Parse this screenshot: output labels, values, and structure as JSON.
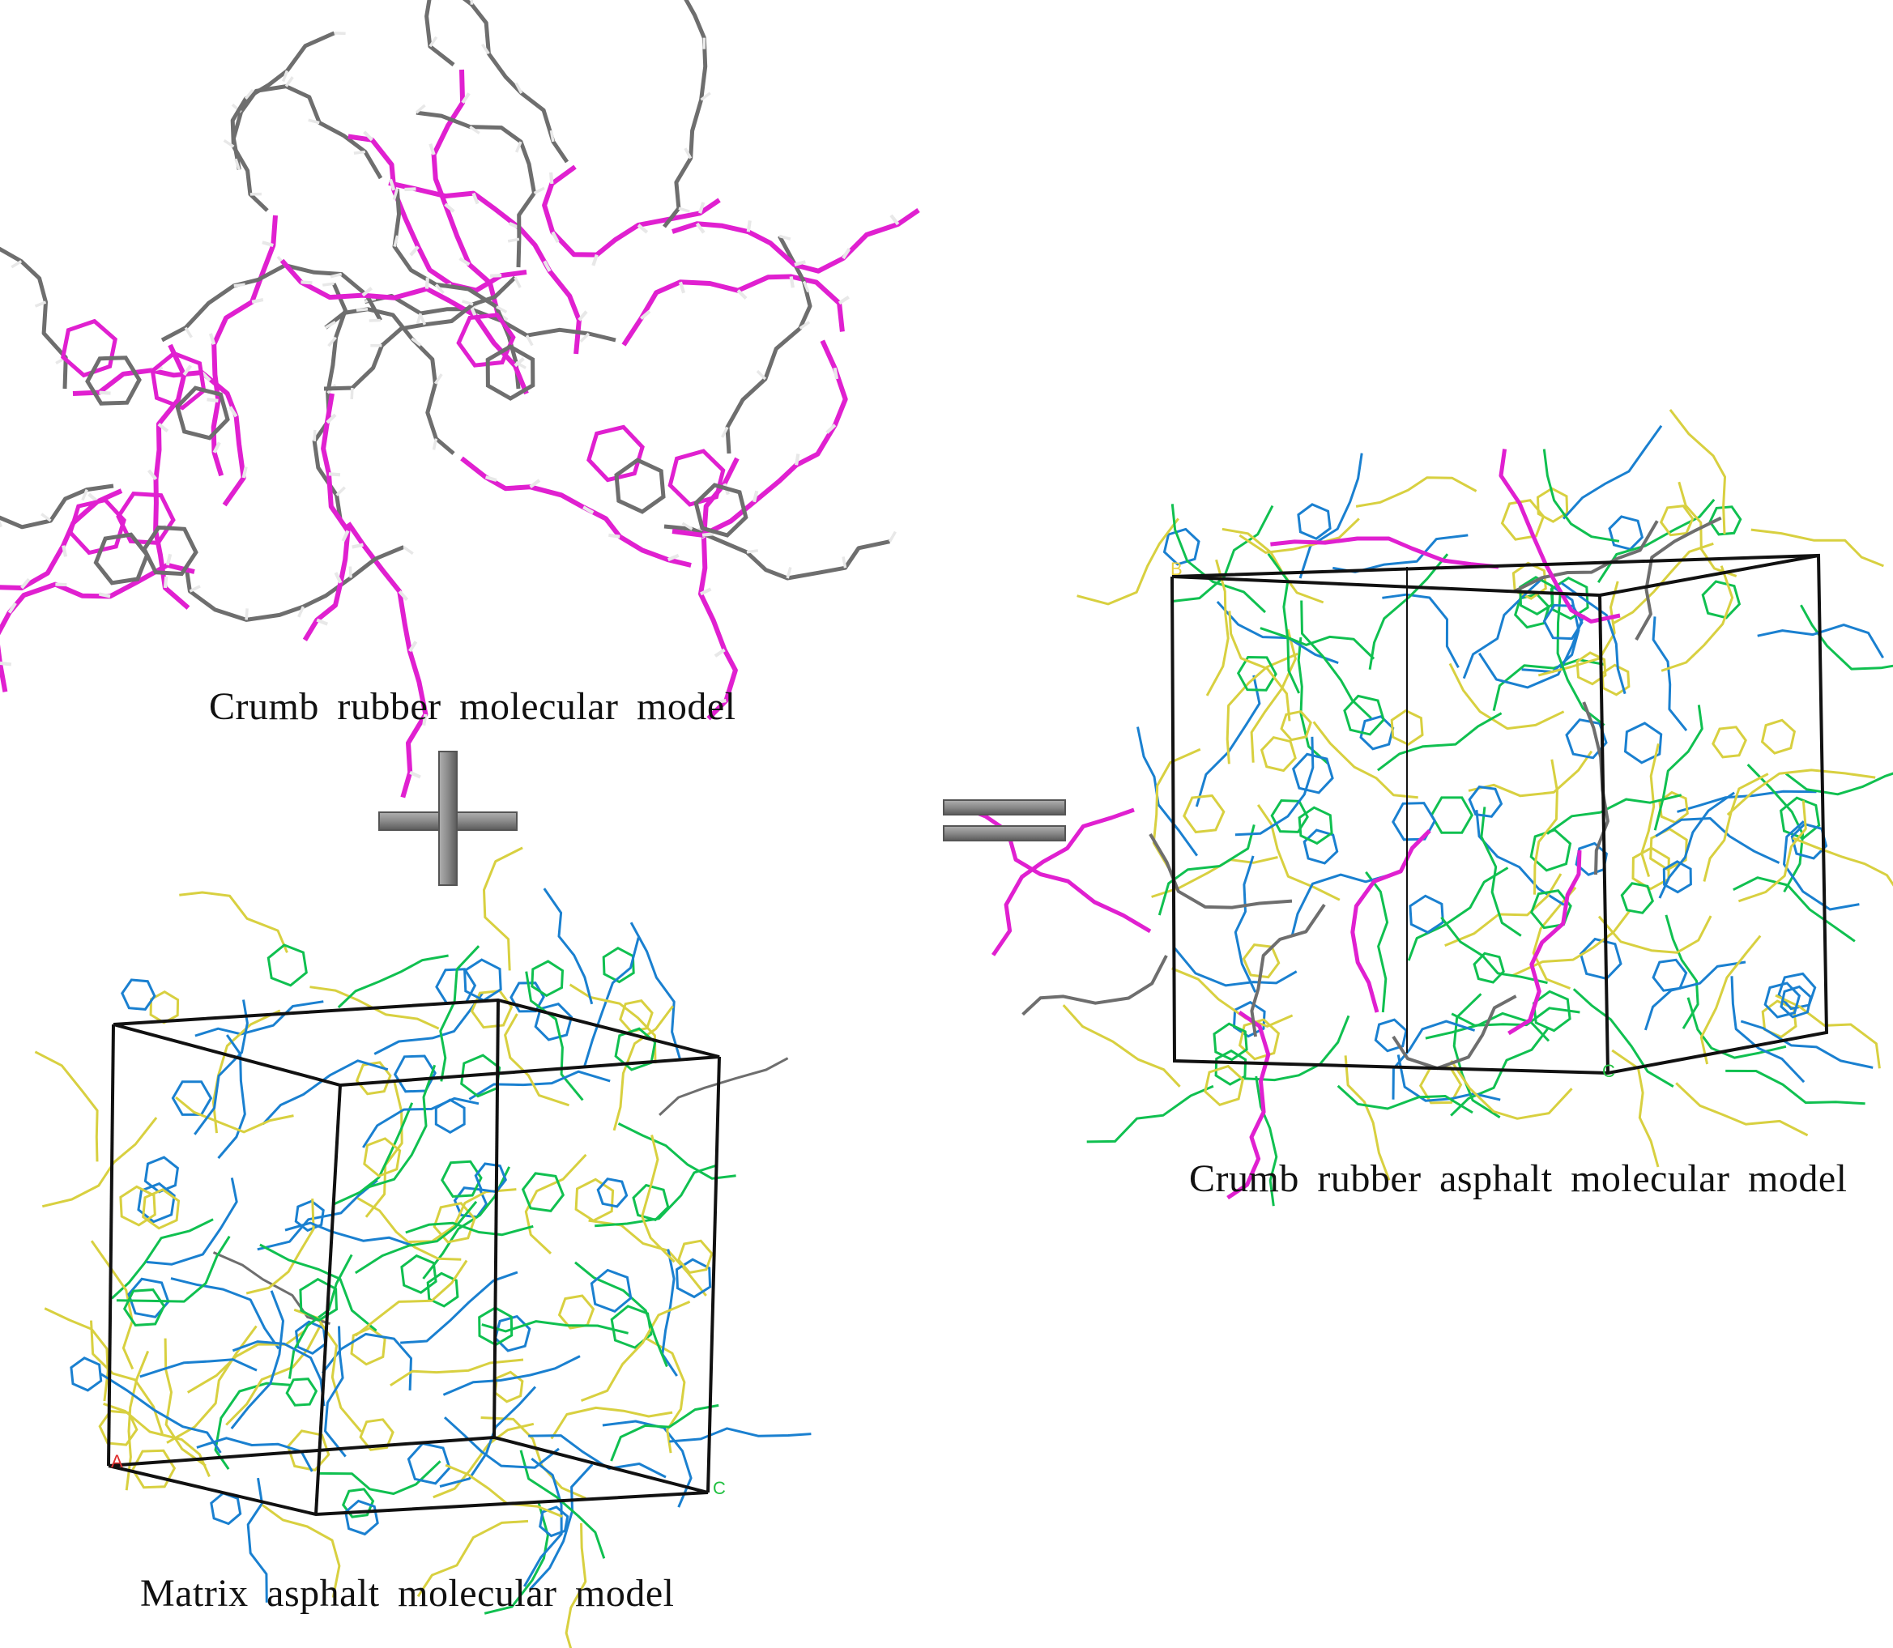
{
  "captions": {
    "crumb_rubber": "Crumb rubber molecular model",
    "matrix_asphalt": "Matrix asphalt molecular model",
    "composite": "Crumb rubber asphalt molecular model"
  },
  "operators": {
    "plus": "plus-sign",
    "equals": "equals-sign"
  },
  "axis_labels": {
    "a": "A",
    "b": "B",
    "c": "C"
  },
  "colors": {
    "rubber_backbone": "#e020d0",
    "carbon_gray": "#6e6e6e",
    "hydrogen": "#e8e8e8",
    "saturate_yellow": "#d8d040",
    "aromatic_green": "#10c050",
    "resin_blue": "#1a80d0",
    "box_edge": "#111111",
    "operator_gray": "#8a8a8a"
  }
}
